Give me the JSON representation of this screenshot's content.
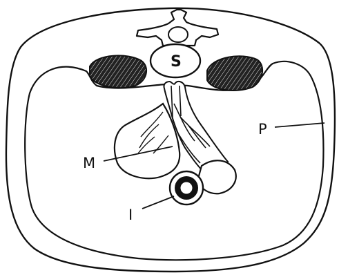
{
  "labels": {
    "s": "S",
    "m": "M",
    "p": "P",
    "i": "I"
  },
  "colors": {
    "ink": "#111111",
    "paper": "#ffffff"
  }
}
